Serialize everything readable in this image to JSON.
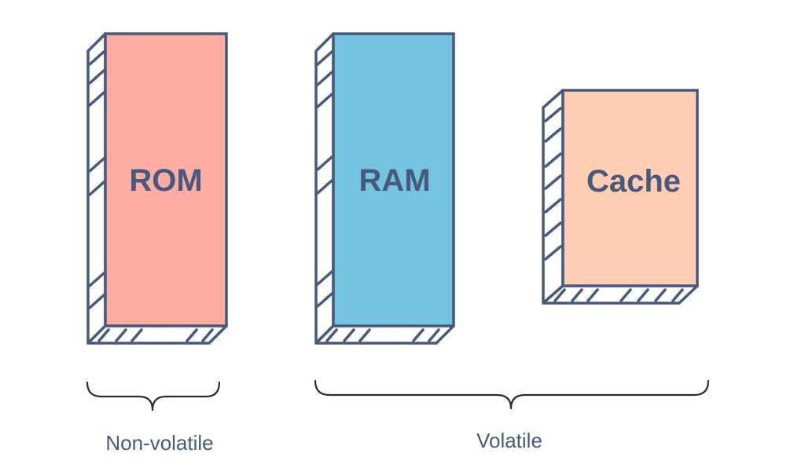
{
  "colors": {
    "ink": "#475a7d",
    "rom_fill": "#ffaca2",
    "ram_fill": "#74c3e0",
    "cache_fill": "#ffcdb2",
    "brace": "#2d2d2d",
    "background": "#ffffff"
  },
  "blocks": {
    "rom": {
      "label": "ROM"
    },
    "ram": {
      "label": "RAM"
    },
    "cache": {
      "label": "Cache"
    }
  },
  "groups": {
    "non_volatile": {
      "label": "Non-volatile"
    },
    "volatile": {
      "label": "Volatile"
    }
  }
}
